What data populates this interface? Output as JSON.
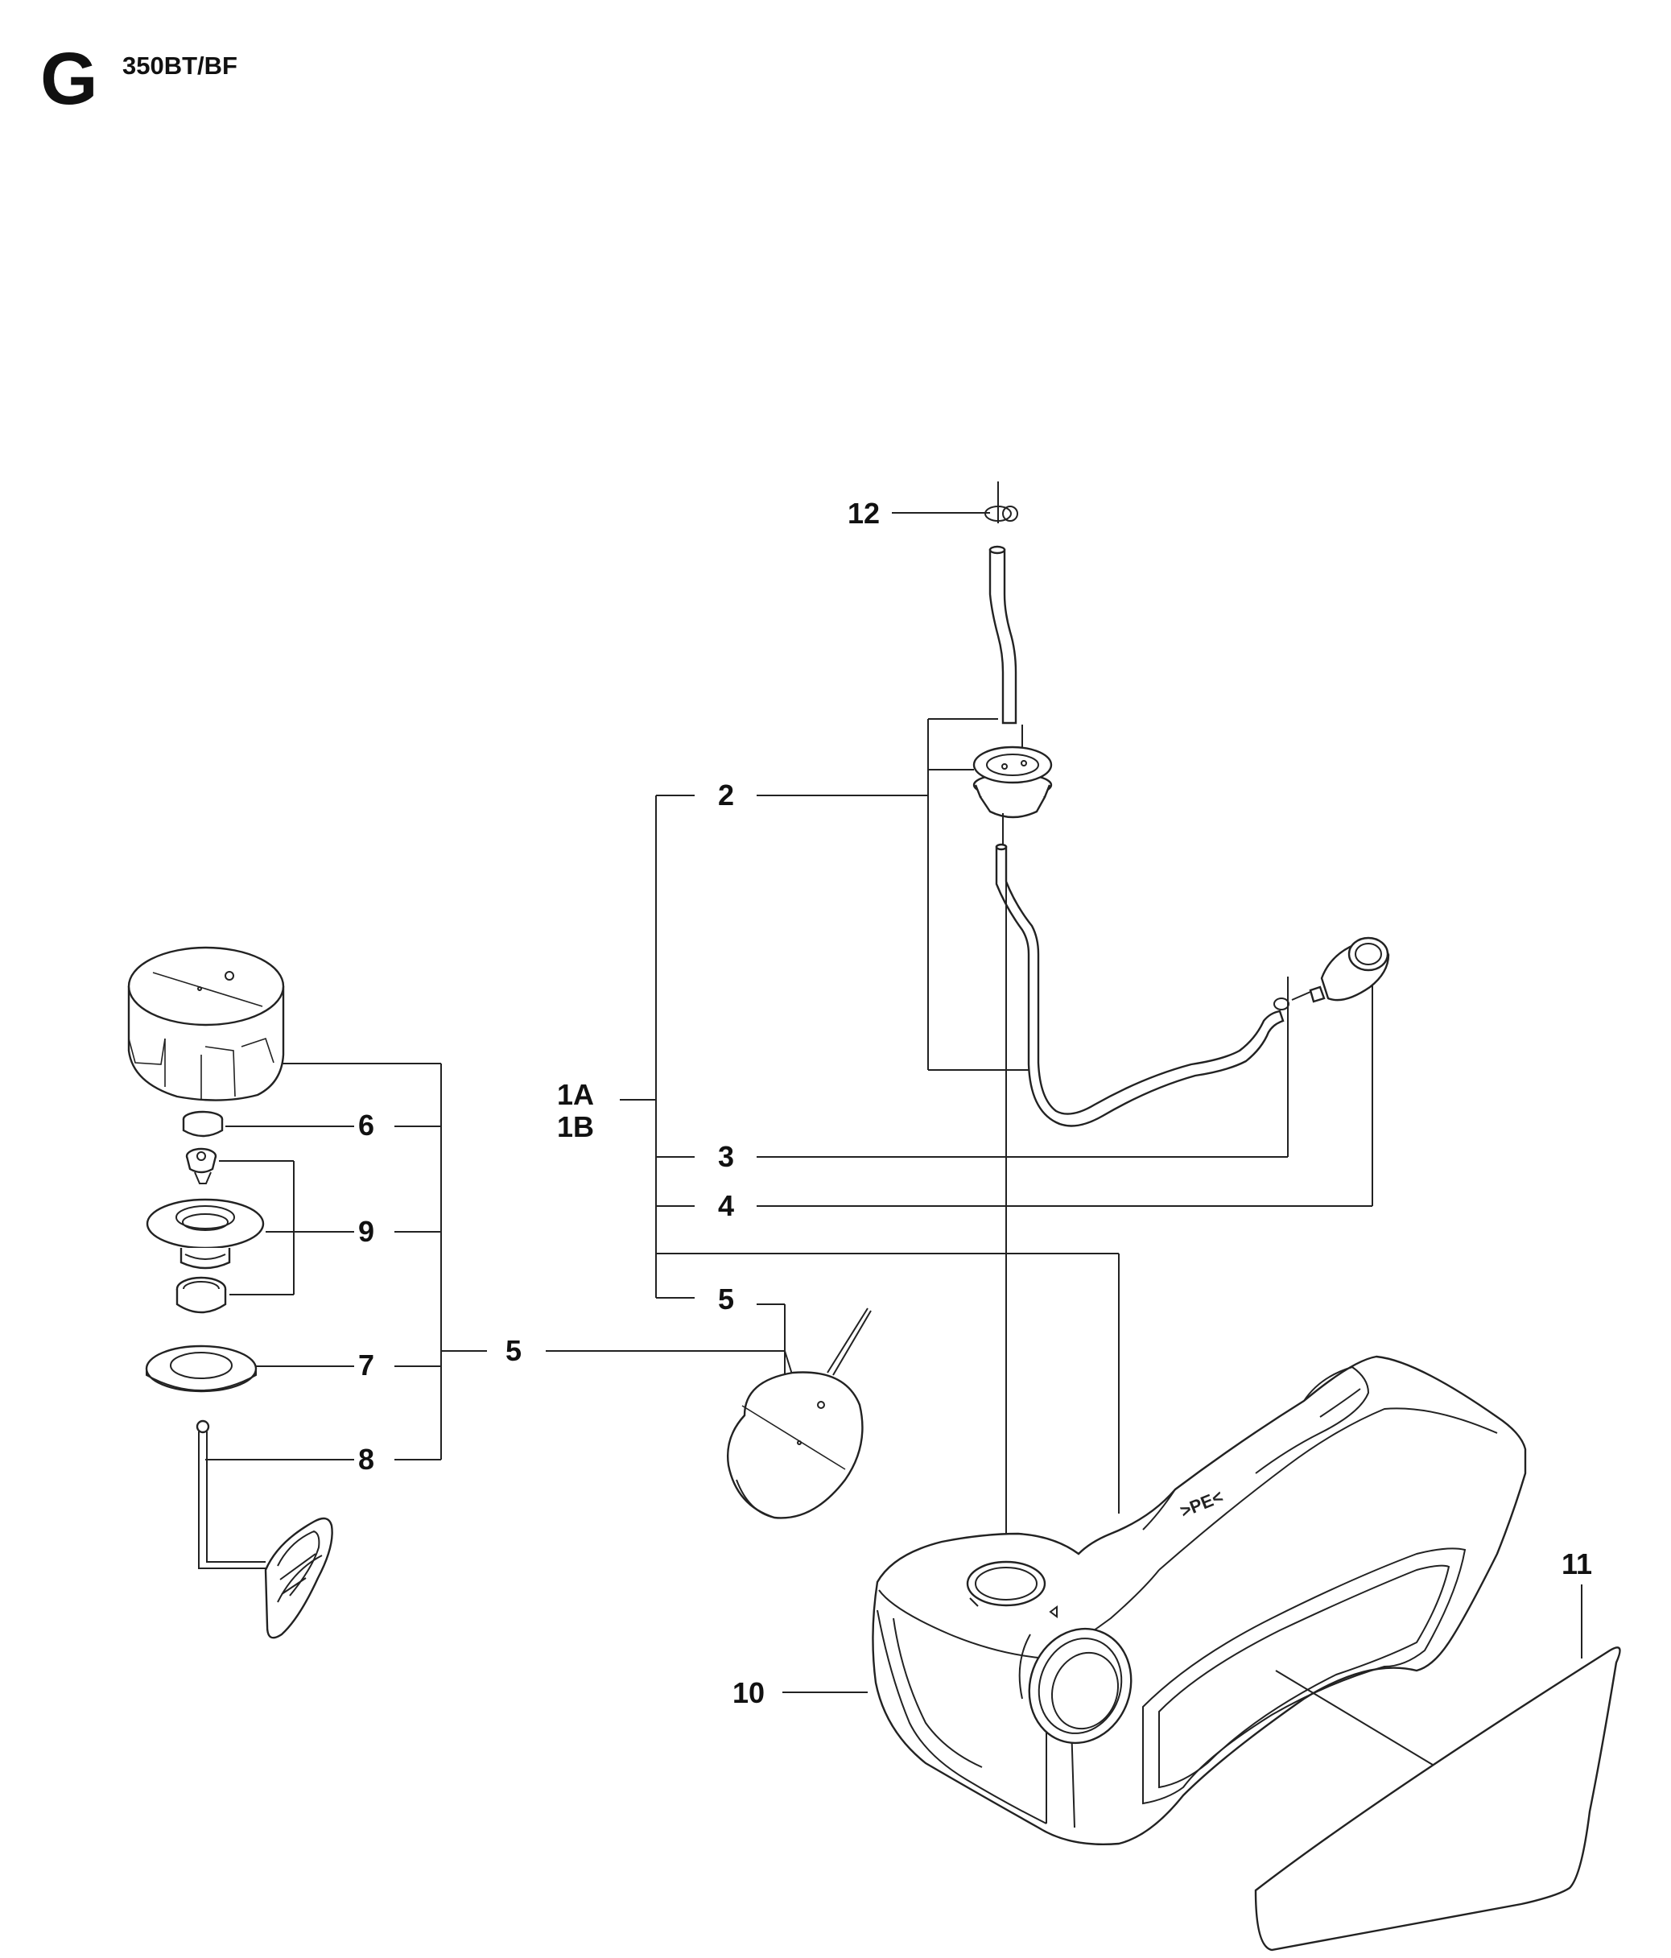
{
  "header": {
    "section_letter": "G",
    "model": "350BT/BF"
  },
  "callouts": {
    "c12": "12",
    "c2": "2",
    "c1a": "1A",
    "c1b": "1B",
    "c3": "3",
    "c4": "4",
    "c5a": "5",
    "c5b": "5",
    "c6": "6",
    "c9": "9",
    "c7": "7",
    "c8": "8",
    "c10": "10",
    "c11": "11"
  },
  "tank_embossing": ">PE<"
}
